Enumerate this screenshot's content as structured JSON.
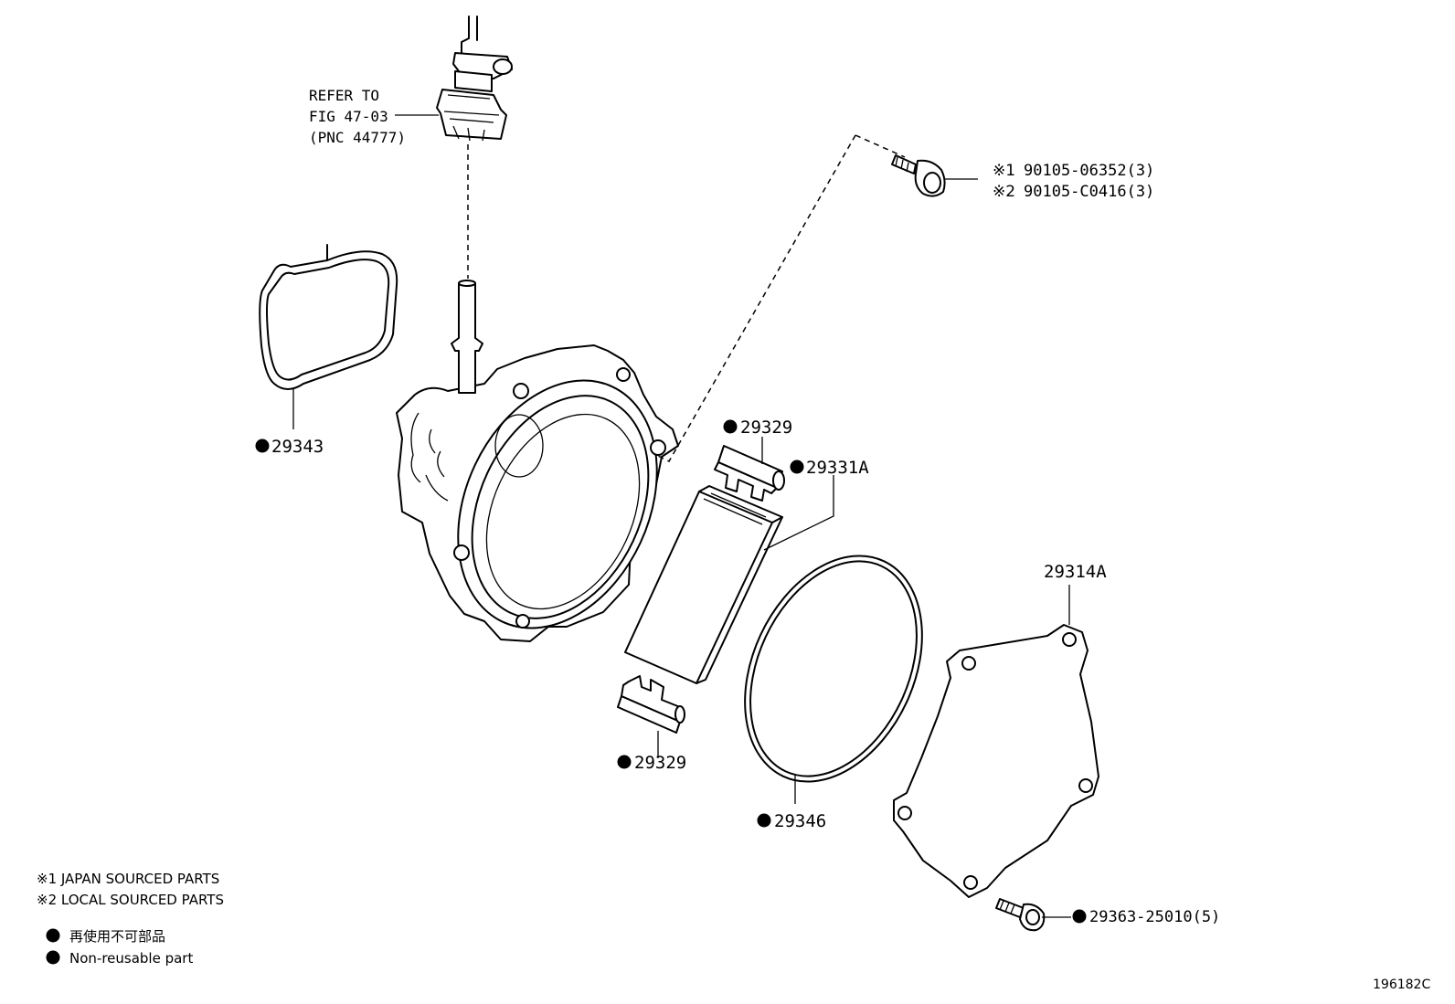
{
  "reference": {
    "line1": "REFER TO",
    "line2": "FIG 47-03",
    "line3": "(PNC 44777)"
  },
  "bolt_top": {
    "line1_mark": "※1",
    "line1_part": "90105-06352(3)",
    "line2_mark": "※2",
    "line2_part": "90105-C0416(3)"
  },
  "parts": {
    "gasket_left": "29343",
    "cap_upper": "29329",
    "insert": "29331A",
    "cap_lower": "29329",
    "oring": "29346",
    "cover": "29314A",
    "screw": "29363-25010(5)"
  },
  "legend": {
    "japan": "※1 JAPAN SOURCED PARTS",
    "local": "※2 LOCAL SOURCED PARTS",
    "nonreusable_jp": "再使用不可部品",
    "nonreusable_en": "Non-reusable part"
  },
  "figure_code": "196182C"
}
